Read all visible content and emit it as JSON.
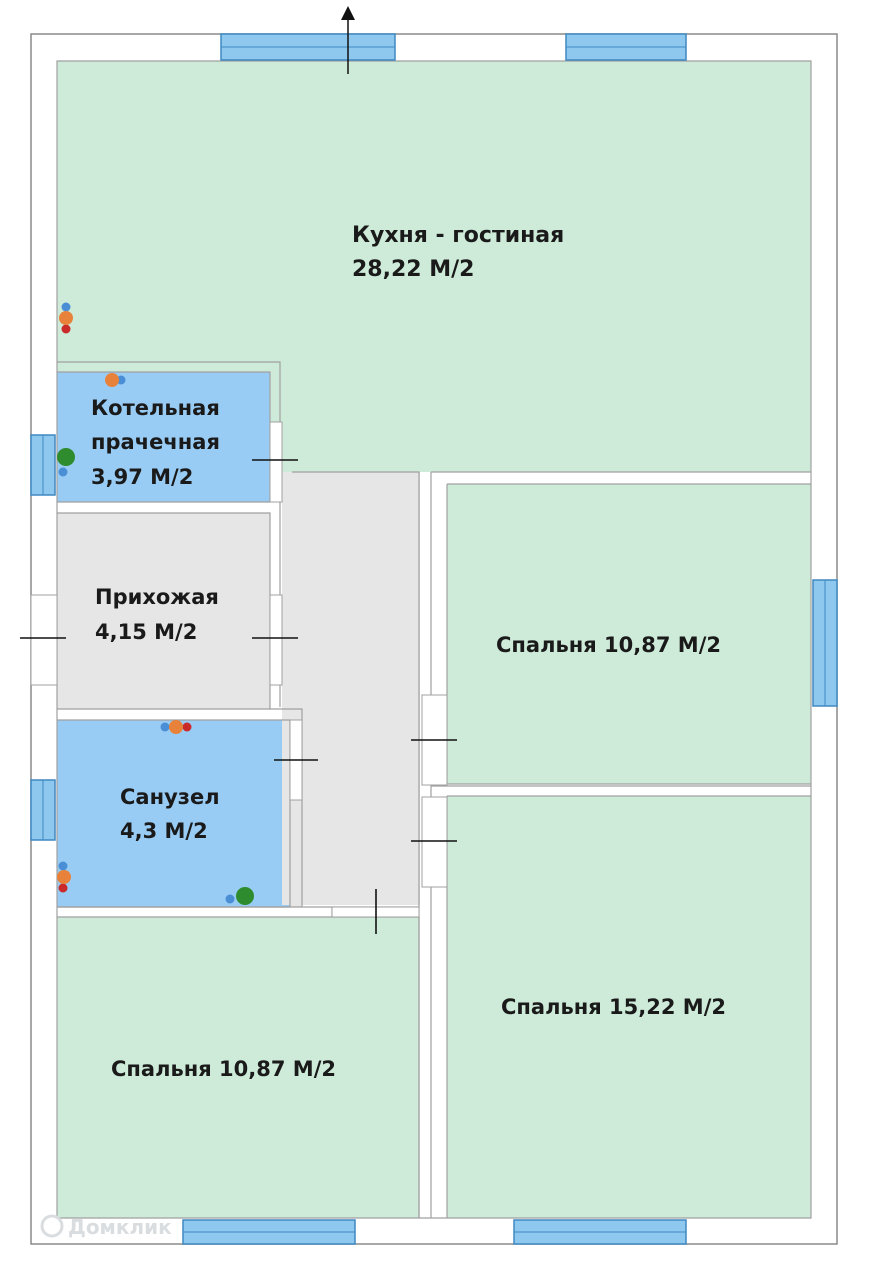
{
  "colors": {
    "wall": "#ffffff",
    "wall_outline": "#8a8a8a",
    "living_room_fill": "#cdebd8",
    "wet_room_fill": "#99ccf5",
    "hall_fill": "#e6e6e6",
    "window_fill": "#8ec8ee",
    "window_stroke": "#3f89c2",
    "fixture_orange": "#e8823a",
    "fixture_blue": "#4a8fd6",
    "fixture_red": "#c92a2a",
    "fixture_green": "#2e8b2e"
  },
  "rooms": {
    "kitchen": {
      "name": "Кухня - гостиная",
      "area": "28,22 М/2"
    },
    "boiler": {
      "name_line1": "Котельная",
      "name_line2": "прачечная",
      "area": "3,97 М/2"
    },
    "hall": {
      "name": "Прихожая",
      "area": "4,15 М/2"
    },
    "bathroom": {
      "name": "Санузел",
      "area": "4,3 М/2"
    },
    "bedroom_right_top": {
      "label": "Спальня 10,87 М/2"
    },
    "bedroom_right_bottom": {
      "label": "Спальня 15,22 М/2"
    },
    "bedroom_left_bottom": {
      "label": "Спальня 10,87  М/2"
    }
  },
  "icons": [
    "north-arrow-icon",
    "window-icon",
    "door-icon",
    "plumbing-fixture-icon"
  ],
  "watermark": {
    "text": "Домклик"
  }
}
